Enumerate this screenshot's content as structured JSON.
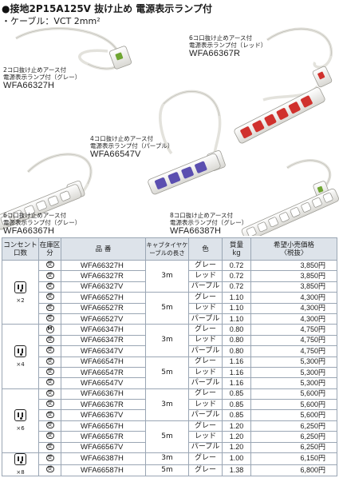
{
  "heading": {
    "bullet": "●",
    "title": "接地2P15A125V 抜け止め 電源表示ランプ付"
  },
  "subheading": "・ケーブル：VCT 2mm²",
  "products": [
    {
      "desc1": "2コ口抜け止めアース付",
      "desc2": "電源表示ランプ付（グレー）",
      "model": "WFA66327H"
    },
    {
      "desc1": "6コ口抜け止めアース付",
      "desc2": "電源表示ランプ付（レッド）",
      "model": "WFA66367R"
    },
    {
      "desc1": "4コ口抜け止めアース付",
      "desc2": "電源表示ランプ付（パープル）",
      "model": "WFA66547V"
    },
    {
      "desc1": "6コ口抜け止めアース付",
      "desc2": "電源表示ランプ付（グレー）",
      "model": "WFA66367H"
    },
    {
      "desc1": "8コ口抜け止めアース付",
      "desc2": "電源表示ランプ付（グレー）",
      "model": "WFA66387H"
    }
  ],
  "colors": {
    "gray_plug": "#f2f1ee",
    "red_accent": "#d0312d",
    "purple_accent": "#5b4fb0",
    "green_lamp": "#6ea531",
    "header_bg": "#dde3ea"
  },
  "table": {
    "headers": {
      "outlets": "コンセント口数",
      "stock": "在庫区分",
      "model": "品 番",
      "cable": "キャブタイヤケーブルの長さ",
      "color": "色",
      "mass_label": "質量",
      "mass_unit": "kg",
      "price_label": "希望小売価格",
      "price_sub": "〈税抜〉"
    },
    "groups": [
      {
        "outlets": "×2",
        "rows": [
          {
            "stock": "受",
            "model": "WFA66327H",
            "cable": "3m",
            "color": "グレー",
            "mass": "0.72",
            "price": "3,850円"
          },
          {
            "stock": "受",
            "model": "WFA66327R",
            "cable": "",
            "color": "レッド",
            "mass": "0.72",
            "price": "3,850円"
          },
          {
            "stock": "受",
            "model": "WFA66327V",
            "cable": "",
            "color": "パープル",
            "mass": "0.72",
            "price": "3,850円"
          },
          {
            "stock": "受",
            "model": "WFA66527H",
            "cable": "5m",
            "color": "グレー",
            "mass": "1.10",
            "price": "4,300円"
          },
          {
            "stock": "受",
            "model": "WFA66527R",
            "cable": "",
            "color": "レッド",
            "mass": "1.10",
            "price": "4,300円"
          },
          {
            "stock": "受",
            "model": "WFA66527V",
            "cable": "",
            "color": "パープル",
            "mass": "1.10",
            "price": "4,300円"
          }
        ]
      },
      {
        "outlets": "×4",
        "rows": [
          {
            "stock": "M",
            "model": "WFA66347H",
            "cable": "3m",
            "color": "グレー",
            "mass": "0.80",
            "price": "4,750円"
          },
          {
            "stock": "受",
            "model": "WFA66347R",
            "cable": "",
            "color": "レッド",
            "mass": "0.80",
            "price": "4,750円"
          },
          {
            "stock": "受",
            "model": "WFA66347V",
            "cable": "",
            "color": "パープル",
            "mass": "0.80",
            "price": "4,750円"
          },
          {
            "stock": "受",
            "model": "WFA66547H",
            "cable": "5m",
            "color": "グレー",
            "mass": "1.16",
            "price": "5,300円"
          },
          {
            "stock": "受",
            "model": "WFA66547R",
            "cable": "",
            "color": "レッド",
            "mass": "1.16",
            "price": "5,300円"
          },
          {
            "stock": "受",
            "model": "WFA66547V",
            "cable": "",
            "color": "パープル",
            "mass": "1.16",
            "price": "5,300円"
          }
        ]
      },
      {
        "outlets": "×6",
        "rows": [
          {
            "stock": "受",
            "model": "WFA66367H",
            "cable": "3m",
            "color": "グレー",
            "mass": "0.85",
            "price": "5,600円"
          },
          {
            "stock": "受",
            "model": "WFA66367R",
            "cable": "",
            "color": "レッド",
            "mass": "0.85",
            "price": "5,600円"
          },
          {
            "stock": "受",
            "model": "WFA66367V",
            "cable": "",
            "color": "パープル",
            "mass": "0.85",
            "price": "5,600円"
          },
          {
            "stock": "受",
            "model": "WFA66567H",
            "cable": "5m",
            "color": "グレー",
            "mass": "1.20",
            "price": "6,250円"
          },
          {
            "stock": "受",
            "model": "WFA66567R",
            "cable": "",
            "color": "レッド",
            "mass": "1.20",
            "price": "6,250円"
          },
          {
            "stock": "受",
            "model": "WFA66567V",
            "cable": "",
            "color": "パープル",
            "mass": "1.20",
            "price": "6,250円"
          }
        ]
      },
      {
        "outlets": "×8",
        "rows": [
          {
            "stock": "受",
            "model": "WFA66387H",
            "cable": "3m",
            "color": "グレー",
            "mass": "1.00",
            "price": "6,150円"
          },
          {
            "stock": "受",
            "model": "WFA66587H",
            "cable": "5m",
            "color": "グレー",
            "mass": "1.38",
            "price": "6,800円"
          }
        ]
      }
    ]
  }
}
